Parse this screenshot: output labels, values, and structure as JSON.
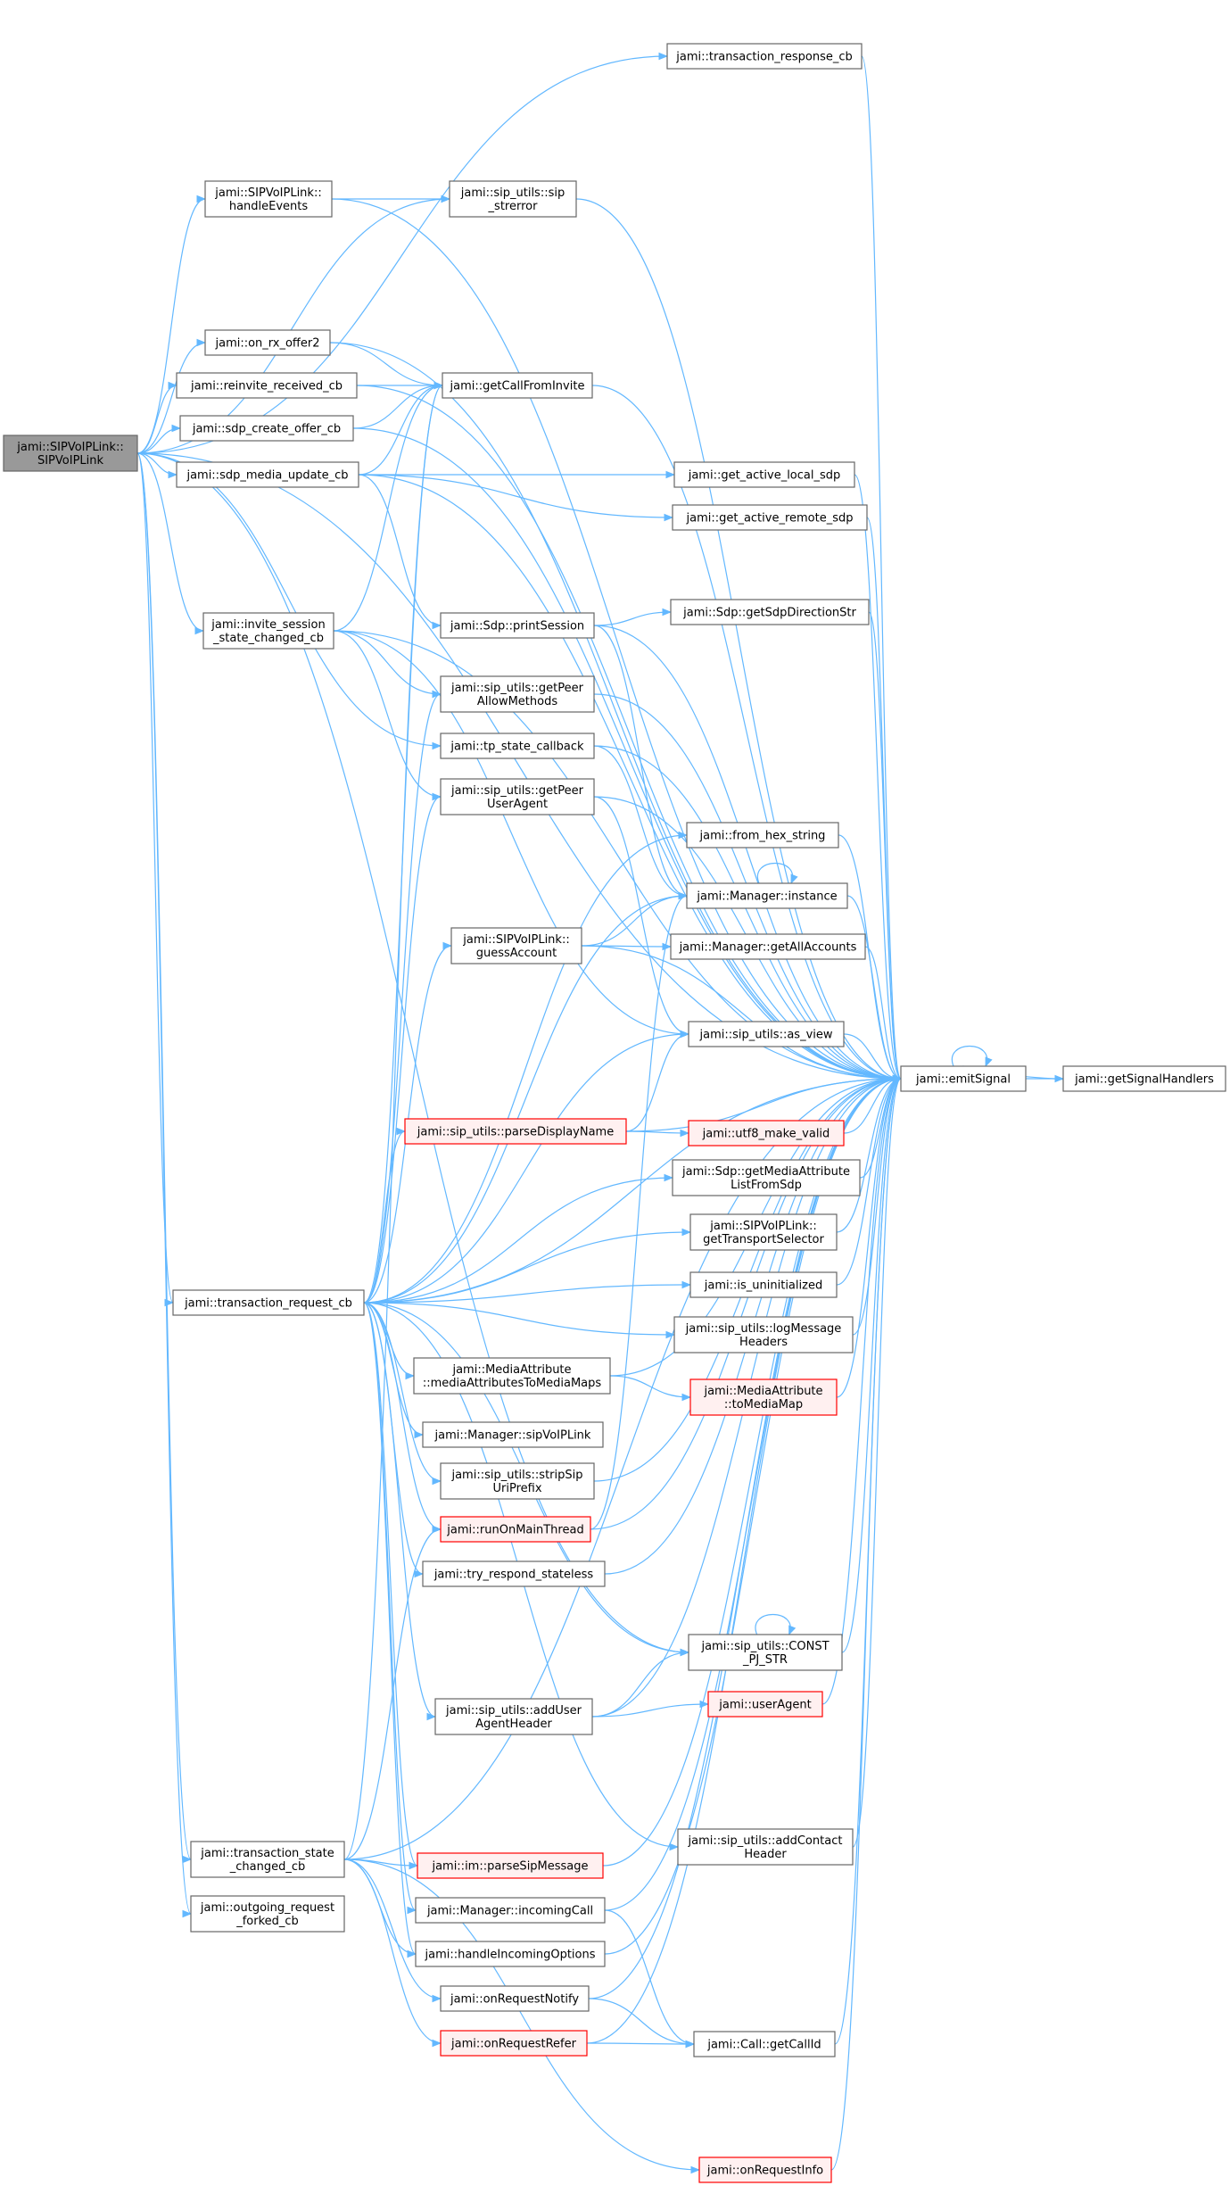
{
  "nodes": [
    {
      "id": "root",
      "lines": [
        "jami::SIPVoIPLink::",
        "SIPVoIPLink"
      ],
      "style": "root"
    },
    {
      "id": "trc",
      "lines": [
        "jami::transaction_response_cb"
      ]
    },
    {
      "id": "he",
      "lines": [
        "jami::SIPVoIPLink::",
        "handleEvents"
      ]
    },
    {
      "id": "strerr",
      "lines": [
        "jami::sip_utils::sip",
        "_strerror"
      ]
    },
    {
      "id": "onrx",
      "lines": [
        "jami::on_rx_offer2"
      ]
    },
    {
      "id": "reinv",
      "lines": [
        "jami::reinvite_received_cb"
      ]
    },
    {
      "id": "getcall",
      "lines": [
        "jami::getCallFromInvite"
      ]
    },
    {
      "id": "sdpco",
      "lines": [
        "jami::sdp_create_offer_cb"
      ]
    },
    {
      "id": "sdpmu",
      "lines": [
        "jami::sdp_media_update_cb"
      ]
    },
    {
      "id": "gals",
      "lines": [
        "jami::get_active_local_sdp"
      ]
    },
    {
      "id": "gars",
      "lines": [
        "jami::get_active_remote_sdp"
      ]
    },
    {
      "id": "iss",
      "lines": [
        "jami::invite_session",
        "_state_changed_cb"
      ]
    },
    {
      "id": "printsess",
      "lines": [
        "jami::Sdp::printSession"
      ]
    },
    {
      "id": "getdir",
      "lines": [
        "jami::Sdp::getSdpDirectionStr"
      ]
    },
    {
      "id": "gpam",
      "lines": [
        "jami::sip_utils::getPeer",
        "AllowMethods"
      ]
    },
    {
      "id": "tpsc",
      "lines": [
        "jami::tp_state_callback"
      ]
    },
    {
      "id": "gpua",
      "lines": [
        "jami::sip_utils::getPeer",
        "UserAgent"
      ]
    },
    {
      "id": "fromhex",
      "lines": [
        "jami::from_hex_string"
      ]
    },
    {
      "id": "mgrinst",
      "lines": [
        "jami::Manager::instance"
      ]
    },
    {
      "id": "guess",
      "lines": [
        "jami::SIPVoIPLink::",
        "guessAccount"
      ]
    },
    {
      "id": "getall",
      "lines": [
        "jami::Manager::getAllAccounts"
      ]
    },
    {
      "id": "asview",
      "lines": [
        "jami::sip_utils::as_view"
      ]
    },
    {
      "id": "emit",
      "lines": [
        "jami::emitSignal"
      ]
    },
    {
      "id": "getsh",
      "lines": [
        "jami::getSignalHandlers"
      ]
    },
    {
      "id": "parsedn",
      "lines": [
        "jami::sip_utils::parseDisplayName"
      ],
      "style": "red"
    },
    {
      "id": "utf8",
      "lines": [
        "jami::utf8_make_valid"
      ],
      "style": "red"
    },
    {
      "id": "getmal",
      "lines": [
        "jami::Sdp::getMediaAttribute",
        "ListFromSdp"
      ]
    },
    {
      "id": "gettsel",
      "lines": [
        "jami::SIPVoIPLink::",
        "getTransportSelector"
      ]
    },
    {
      "id": "treq",
      "lines": [
        "jami::transaction_request_cb"
      ]
    },
    {
      "id": "isuninit",
      "lines": [
        "jami::is_uninitialized"
      ]
    },
    {
      "id": "logmsg",
      "lines": [
        "jami::sip_utils::logMessage",
        "Headers"
      ]
    },
    {
      "id": "ma2mm",
      "lines": [
        "jami::MediaAttribute",
        "::mediaAttributesToMediaMaps"
      ]
    },
    {
      "id": "tomm",
      "lines": [
        "jami::MediaAttribute",
        "::toMediaMap"
      ],
      "style": "red"
    },
    {
      "id": "sipvl",
      "lines": [
        "jami::Manager::sipVoIPLink"
      ]
    },
    {
      "id": "strip",
      "lines": [
        "jami::sip_utils::stripSip",
        "UriPrefix"
      ]
    },
    {
      "id": "runmain",
      "lines": [
        "jami::runOnMainThread"
      ],
      "style": "red"
    },
    {
      "id": "tryresp",
      "lines": [
        "jami::try_respond_stateless"
      ]
    },
    {
      "id": "constpj",
      "lines": [
        "jami::sip_utils::CONST",
        "_PJ_STR"
      ]
    },
    {
      "id": "adduah",
      "lines": [
        "jami::sip_utils::addUser",
        "AgentHeader"
      ]
    },
    {
      "id": "useragent",
      "lines": [
        "jami::userAgent"
      ],
      "style": "red"
    },
    {
      "id": "tsc",
      "lines": [
        "jami::transaction_state",
        "_changed_cb"
      ]
    },
    {
      "id": "addcont",
      "lines": [
        "jami::sip_utils::addContact",
        "Header"
      ]
    },
    {
      "id": "parsesip",
      "lines": [
        "jami::im::parseSipMessage"
      ],
      "style": "red"
    },
    {
      "id": "outfork",
      "lines": [
        "jami::outgoing_request",
        "_forked_cb"
      ]
    },
    {
      "id": "incall",
      "lines": [
        "jami::Manager::incomingCall"
      ]
    },
    {
      "id": "hio",
      "lines": [
        "jami::handleIncomingOptions"
      ]
    },
    {
      "id": "reqnot",
      "lines": [
        "jami::onRequestNotify"
      ]
    },
    {
      "id": "reqref",
      "lines": [
        "jami::onRequestRefer"
      ],
      "style": "red"
    },
    {
      "id": "callid",
      "lines": [
        "jami::Call::getCallId"
      ]
    },
    {
      "id": "reqinfo",
      "lines": [
        "jami::onRequestInfo"
      ],
      "style": "red"
    }
  ],
  "edges": [
    [
      "root",
      "trc"
    ],
    [
      "root",
      "he"
    ],
    [
      "root",
      "strerr"
    ],
    [
      "root",
      "onrx"
    ],
    [
      "root",
      "reinv"
    ],
    [
      "root",
      "sdpco"
    ],
    [
      "root",
      "sdpmu"
    ],
    [
      "root",
      "iss"
    ],
    [
      "root",
      "tpsc"
    ],
    [
      "root",
      "treq"
    ],
    [
      "root",
      "constpj"
    ],
    [
      "root",
      "tsc"
    ],
    [
      "root",
      "outfork"
    ],
    [
      "root",
      "emit"
    ],
    [
      "he",
      "strerr"
    ],
    [
      "he",
      "emit"
    ],
    [
      "strerr",
      "emit"
    ],
    [
      "trc",
      "emit"
    ],
    [
      "onrx",
      "getcall"
    ],
    [
      "onrx",
      "emit"
    ],
    [
      "reinv",
      "getcall"
    ],
    [
      "reinv",
      "emit"
    ],
    [
      "sdpco",
      "getcall"
    ],
    [
      "sdpco",
      "emit"
    ],
    [
      "sdpmu",
      "getcall"
    ],
    [
      "sdpmu",
      "gals"
    ],
    [
      "sdpmu",
      "gars"
    ],
    [
      "sdpmu",
      "printsess"
    ],
    [
      "sdpmu",
      "emit"
    ],
    [
      "getcall",
      "emit"
    ],
    [
      "gals",
      "emit"
    ],
    [
      "gars",
      "emit"
    ],
    [
      "iss",
      "getcall"
    ],
    [
      "iss",
      "gpam"
    ],
    [
      "iss",
      "gpua"
    ],
    [
      "iss",
      "asview"
    ],
    [
      "iss",
      "emit"
    ],
    [
      "printsess",
      "getdir"
    ],
    [
      "printsess",
      "mgrinst"
    ],
    [
      "printsess",
      "emit"
    ],
    [
      "getdir",
      "emit"
    ],
    [
      "gpam",
      "emit"
    ],
    [
      "tpsc",
      "mgrinst"
    ],
    [
      "tpsc",
      "emit"
    ],
    [
      "gpua",
      "asview"
    ],
    [
      "gpua",
      "emit"
    ],
    [
      "fromhex",
      "emit"
    ],
    [
      "mgrinst",
      "mgrinst"
    ],
    [
      "mgrinst",
      "emit"
    ],
    [
      "guess",
      "mgrinst"
    ],
    [
      "guess",
      "getall"
    ],
    [
      "guess",
      "emit"
    ],
    [
      "getall",
      "emit"
    ],
    [
      "asview",
      "emit"
    ],
    [
      "emit",
      "emit"
    ],
    [
      "emit",
      "getsh"
    ],
    [
      "getsh",
      "emit"
    ],
    [
      "parsedn",
      "asview"
    ],
    [
      "parsedn",
      "utf8"
    ],
    [
      "parsedn",
      "emit"
    ],
    [
      "utf8",
      "emit"
    ],
    [
      "getmal",
      "emit"
    ],
    [
      "gettsel",
      "emit"
    ],
    [
      "isuninit",
      "emit"
    ],
    [
      "logmsg",
      "emit"
    ],
    [
      "treq",
      "getcall"
    ],
    [
      "treq",
      "gpam"
    ],
    [
      "treq",
      "gpua"
    ],
    [
      "treq",
      "fromhex"
    ],
    [
      "treq",
      "mgrinst"
    ],
    [
      "treq",
      "guess"
    ],
    [
      "treq",
      "asview"
    ],
    [
      "treq",
      "parsedn"
    ],
    [
      "treq",
      "getmal"
    ],
    [
      "treq",
      "gettsel"
    ],
    [
      "treq",
      "isuninit"
    ],
    [
      "treq",
      "logmsg"
    ],
    [
      "treq",
      "ma2mm"
    ],
    [
      "treq",
      "sipvl"
    ],
    [
      "treq",
      "strip"
    ],
    [
      "treq",
      "runmain"
    ],
    [
      "treq",
      "tryresp"
    ],
    [
      "treq",
      "constpj"
    ],
    [
      "treq",
      "adduah"
    ],
    [
      "treq",
      "addcont"
    ],
    [
      "treq",
      "parsesip"
    ],
    [
      "treq",
      "incall"
    ],
    [
      "treq",
      "hio"
    ],
    [
      "treq",
      "emit"
    ],
    [
      "ma2mm",
      "tomm"
    ],
    [
      "ma2mm",
      "emit"
    ],
    [
      "tomm",
      "emit"
    ],
    [
      "strip",
      "emit"
    ],
    [
      "runmain",
      "mgrinst"
    ],
    [
      "runmain",
      "emit"
    ],
    [
      "tryresp",
      "emit"
    ],
    [
      "constpj",
      "constpj"
    ],
    [
      "constpj",
      "emit"
    ],
    [
      "adduah",
      "constpj"
    ],
    [
      "adduah",
      "useragent"
    ],
    [
      "adduah",
      "emit"
    ],
    [
      "useragent",
      "emit"
    ],
    [
      "tsc",
      "getcall"
    ],
    [
      "tsc",
      "runmain"
    ],
    [
      "tsc",
      "parsesip"
    ],
    [
      "tsc",
      "hio"
    ],
    [
      "tsc",
      "reqnot"
    ],
    [
      "tsc",
      "reqref"
    ],
    [
      "tsc",
      "reqinfo"
    ],
    [
      "tsc",
      "emit"
    ],
    [
      "addcont",
      "emit"
    ],
    [
      "parsesip",
      "emit"
    ],
    [
      "incall",
      "callid"
    ],
    [
      "incall",
      "emit"
    ],
    [
      "hio",
      "emit"
    ],
    [
      "reqnot",
      "callid"
    ],
    [
      "reqnot",
      "emit"
    ],
    [
      "reqref",
      "callid"
    ],
    [
      "reqref",
      "emit"
    ],
    [
      "callid",
      "emit"
    ],
    [
      "reqinfo",
      "emit"
    ]
  ]
}
